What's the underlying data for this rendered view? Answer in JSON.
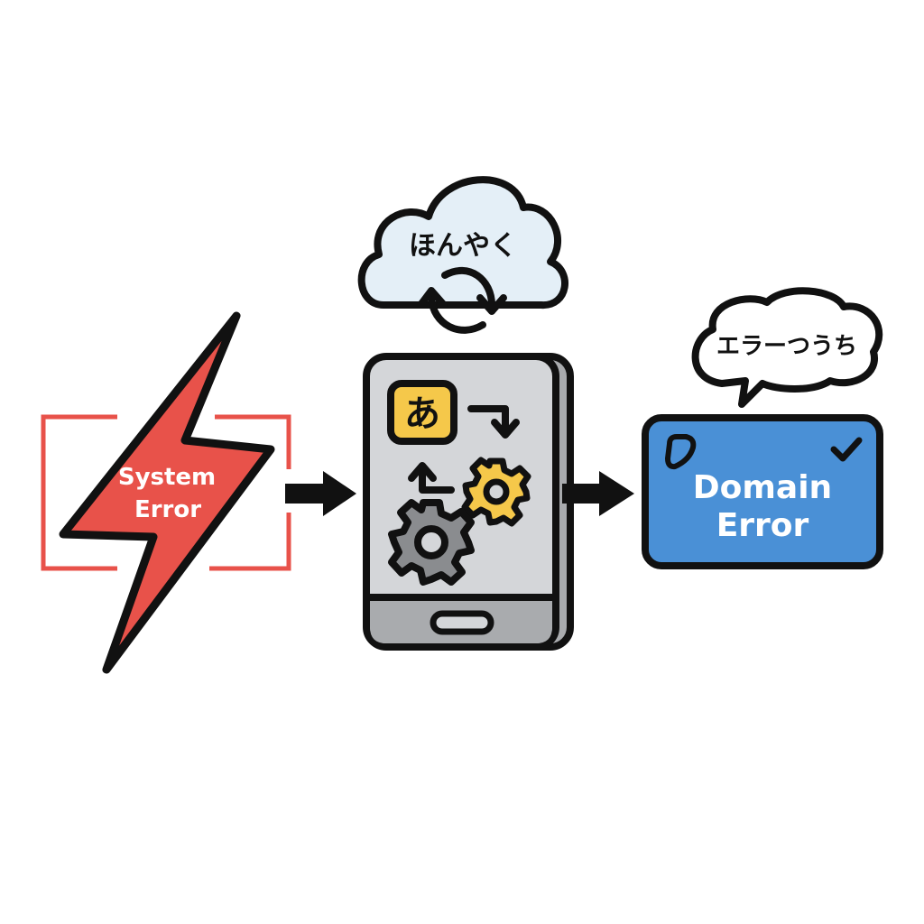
{
  "diagram": {
    "source": {
      "label_line1": "System",
      "label_line2": "Error",
      "icon": "lightning-bolt-icon",
      "color": "#e8524a"
    },
    "translator": {
      "cloud_label": "ほんやく",
      "cloud_icon": "sync-arrows-icon",
      "device_icon": "tablet-icon",
      "glyph": "あ",
      "glyph_color": "#f5c84a",
      "gear_colors": [
        "#f5c84a",
        "#8a8c8f"
      ],
      "device_color": "#d4d6d9"
    },
    "target": {
      "label_line1": "Domain",
      "label_line2": "Error",
      "bubble_label": "エラーつうち",
      "color": "#4a90d6",
      "icon": "checkmark-icon"
    },
    "arrows": [
      "source-to-translator",
      "translator-to-target"
    ]
  }
}
